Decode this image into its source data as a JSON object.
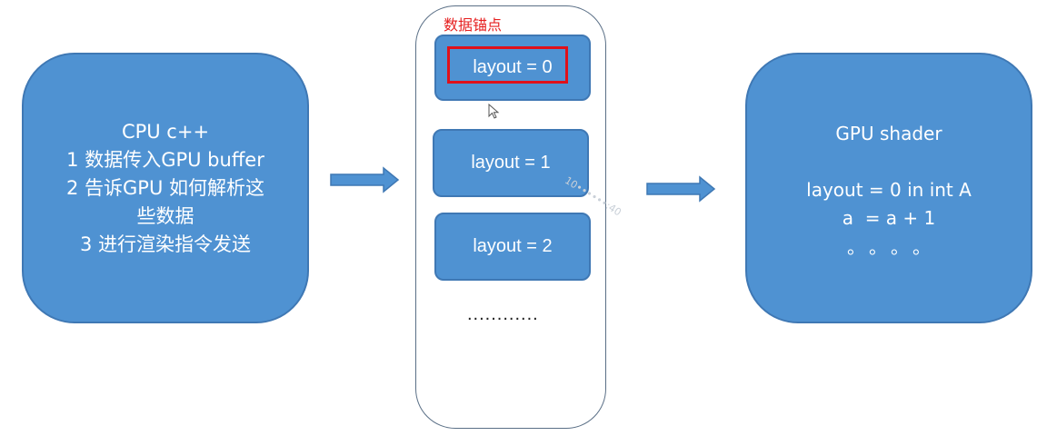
{
  "diagram": {
    "cpu_box": {
      "lines": [
        "CPU c++",
        "1 数据传入GPU buffer",
        "2 告诉GPU 如何解析这",
        "些数据",
        "3 进行渲染指令发送"
      ]
    },
    "buffer": {
      "annotation_label": "数据锚点",
      "slots": [
        "layout = 0",
        "layout = 1",
        "layout = 2"
      ],
      "ellipsis": "............"
    },
    "gpu_box": {
      "title": "GPU shader",
      "line1": "layout = 0 in int A",
      "line2": "a  = a + 1",
      "dots": "。。。。"
    },
    "watermark": "10••••••:40",
    "icons": {
      "arrows": "right-arrow-icon",
      "cursor": "mouse-cursor-icon"
    },
    "colors": {
      "box_fill": "#4f92d2",
      "box_border": "#3f78b4",
      "highlight": "#e0101a",
      "annotation_text": "#e62020",
      "container_border": "#5a6f86"
    }
  }
}
